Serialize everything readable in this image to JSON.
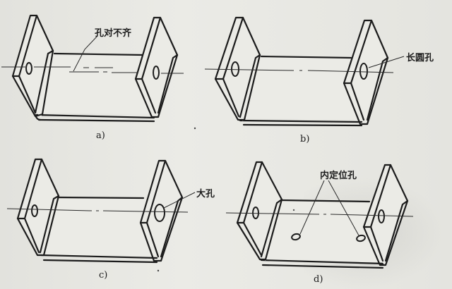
{
  "diagram": {
    "panels": [
      {
        "id": "a",
        "caption": "a)",
        "annotation": "孔对不齐",
        "annotation_meaning": "holes misaligned",
        "hole_type": "aligned-small-holes-offset-axes"
      },
      {
        "id": "b",
        "caption": "b)",
        "annotation": "长圆孔",
        "annotation_meaning": "slotted (oblong) hole",
        "hole_type": "oblong"
      },
      {
        "id": "c",
        "caption": "c)",
        "annotation": "大孔",
        "annotation_meaning": "enlarged hole",
        "hole_type": "large"
      },
      {
        "id": "d",
        "caption": "d)",
        "annotation": "内定位孔",
        "annotation_meaning": "internal locating holes",
        "hole_type": "locating-holes-in-base"
      }
    ]
  },
  "colors": {
    "background": "#e6e6e1",
    "ink": "#1c1c1c"
  }
}
